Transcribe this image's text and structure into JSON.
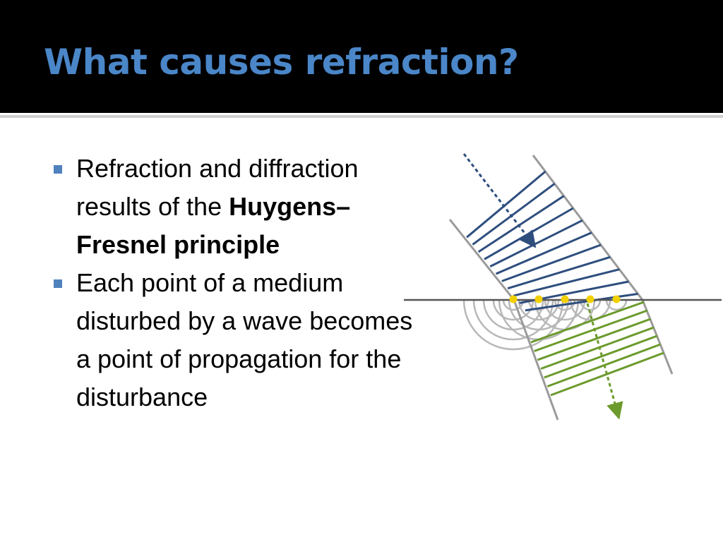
{
  "slide": {
    "title": "What causes refraction?",
    "bullets": [
      {
        "text_before": "Refraction and diffraction results of the ",
        "text_bold": "Huygens–Fresnel principle"
      },
      {
        "text_before": "Each point of a medium disturbed by a wave becomes a point of propagation for the disturbance",
        "text_bold": ""
      }
    ]
  },
  "diagram": {
    "incident_wavefront_color": "#2e4e7e",
    "refracted_wavefront_color": "#6c9a2c",
    "wavelet_color": "#b8b8b8",
    "boundary_color": "#555555",
    "source_point_color": "#f2d000",
    "ray_guide_color": "#9a9a9a"
  }
}
